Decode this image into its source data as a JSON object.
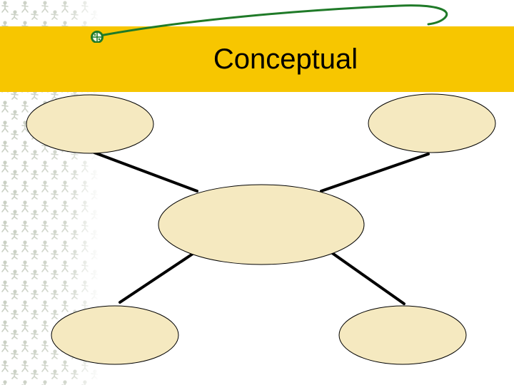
{
  "slide": {
    "title": "Conceptual",
    "colors": {
      "banner": "#f7c600",
      "node_fill": "#f5e9c0",
      "node_stroke": "#000000",
      "connector": "#000000",
      "swoosh": "#1f7a28",
      "pattern": "#c9cfc3"
    }
  },
  "diagram": {
    "nodes": [
      {
        "id": "top-left",
        "label": ""
      },
      {
        "id": "top-right",
        "label": ""
      },
      {
        "id": "center",
        "label": ""
      },
      {
        "id": "bottom-left",
        "label": ""
      },
      {
        "id": "bottom-right",
        "label": ""
      }
    ],
    "edges": [
      {
        "from": "center",
        "to": "top-left"
      },
      {
        "from": "center",
        "to": "top-right"
      },
      {
        "from": "center",
        "to": "bottom-left"
      },
      {
        "from": "center",
        "to": "bottom-right"
      }
    ]
  }
}
